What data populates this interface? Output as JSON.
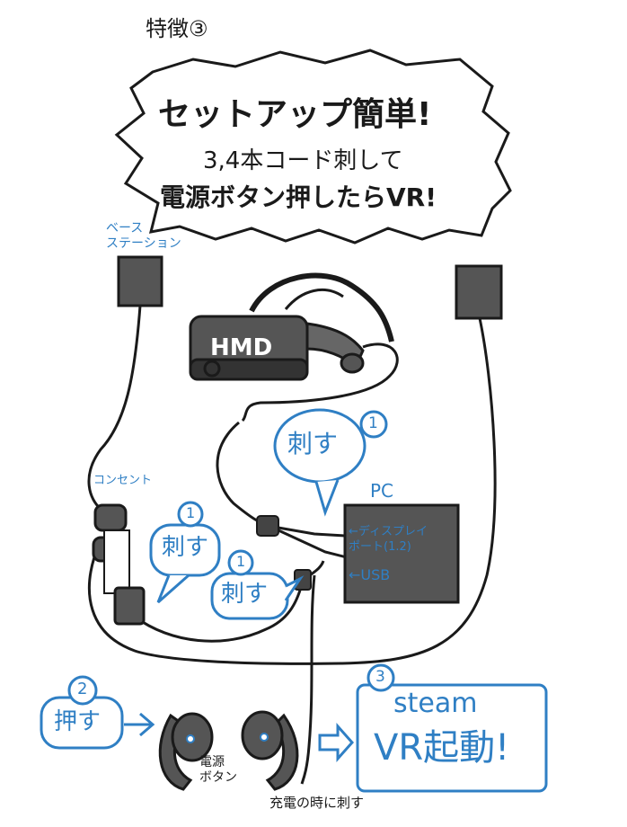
{
  "title": "特徴③",
  "headline": {
    "line1": "セットアップ簡単!",
    "line2": "3,4本コード刺して",
    "line3": "電源ボタン押したらVR!"
  },
  "labels": {
    "base_station": "ベース\nステーション",
    "hmd": "HMD",
    "pc": "PC",
    "outlet": "コンセント",
    "displayport": "←ディスプレイ\nポート(1.2)",
    "usb": "←USB",
    "power_button": "電源\nボタン",
    "charge_note": "充電の時に刺す"
  },
  "steps": {
    "insert_pc": {
      "num": "1",
      "text": "刺す"
    },
    "insert_outlet": {
      "num": "1",
      "text": "刺す"
    },
    "insert_mid": {
      "num": "1",
      "text": "刺す"
    },
    "press": {
      "num": "2",
      "text": "押す"
    },
    "launch": {
      "num": "3",
      "line1": "steam",
      "line2": "VR起動!"
    }
  },
  "colors": {
    "ink": "#1a1a1a",
    "device": "#555555",
    "accent": "#2f7fc4"
  }
}
